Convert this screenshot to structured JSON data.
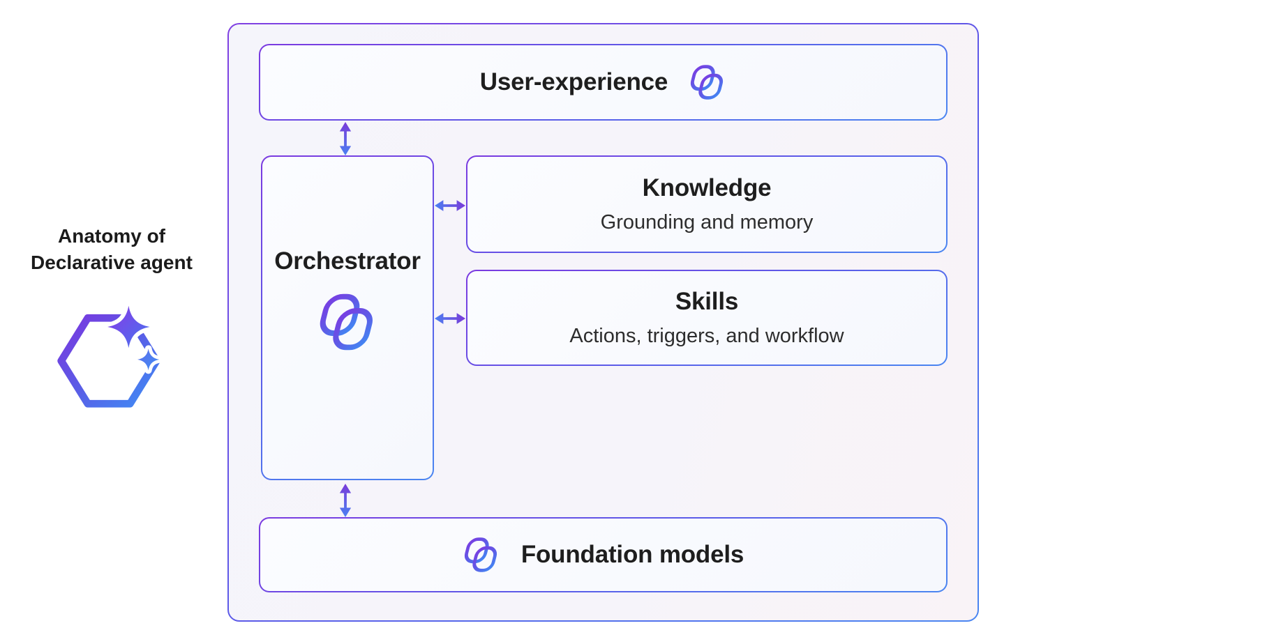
{
  "caption": {
    "line1": "Anatomy of",
    "line2": "Declarative agent"
  },
  "boxes": {
    "user_experience": {
      "title": "User-experience"
    },
    "orchestrator": {
      "title": "Orchestrator"
    },
    "knowledge": {
      "title": "Knowledge",
      "subtitle": "Grounding and memory"
    },
    "skills": {
      "title": "Skills",
      "subtitle": "Actions, triggers, and workflow"
    },
    "foundation_models": {
      "title": "Foundation models"
    }
  },
  "icons": {
    "copilot": "copilot-icon",
    "copilot_studio": "copilot-studio-icon"
  },
  "colors": {
    "accent_purple": "#7b3ae0",
    "accent_indigo": "#5b5be8",
    "accent_blue": "#4a86f1",
    "arrow_purple": "#7a3ad8",
    "arrow_blue": "#4b80f2",
    "title_text": "#1e1e1e",
    "subtitle_text": "#2d2d2d",
    "container_fill": "#f6f4fa",
    "box_fill": "#fbfcff",
    "page_background": "#ffffff"
  }
}
